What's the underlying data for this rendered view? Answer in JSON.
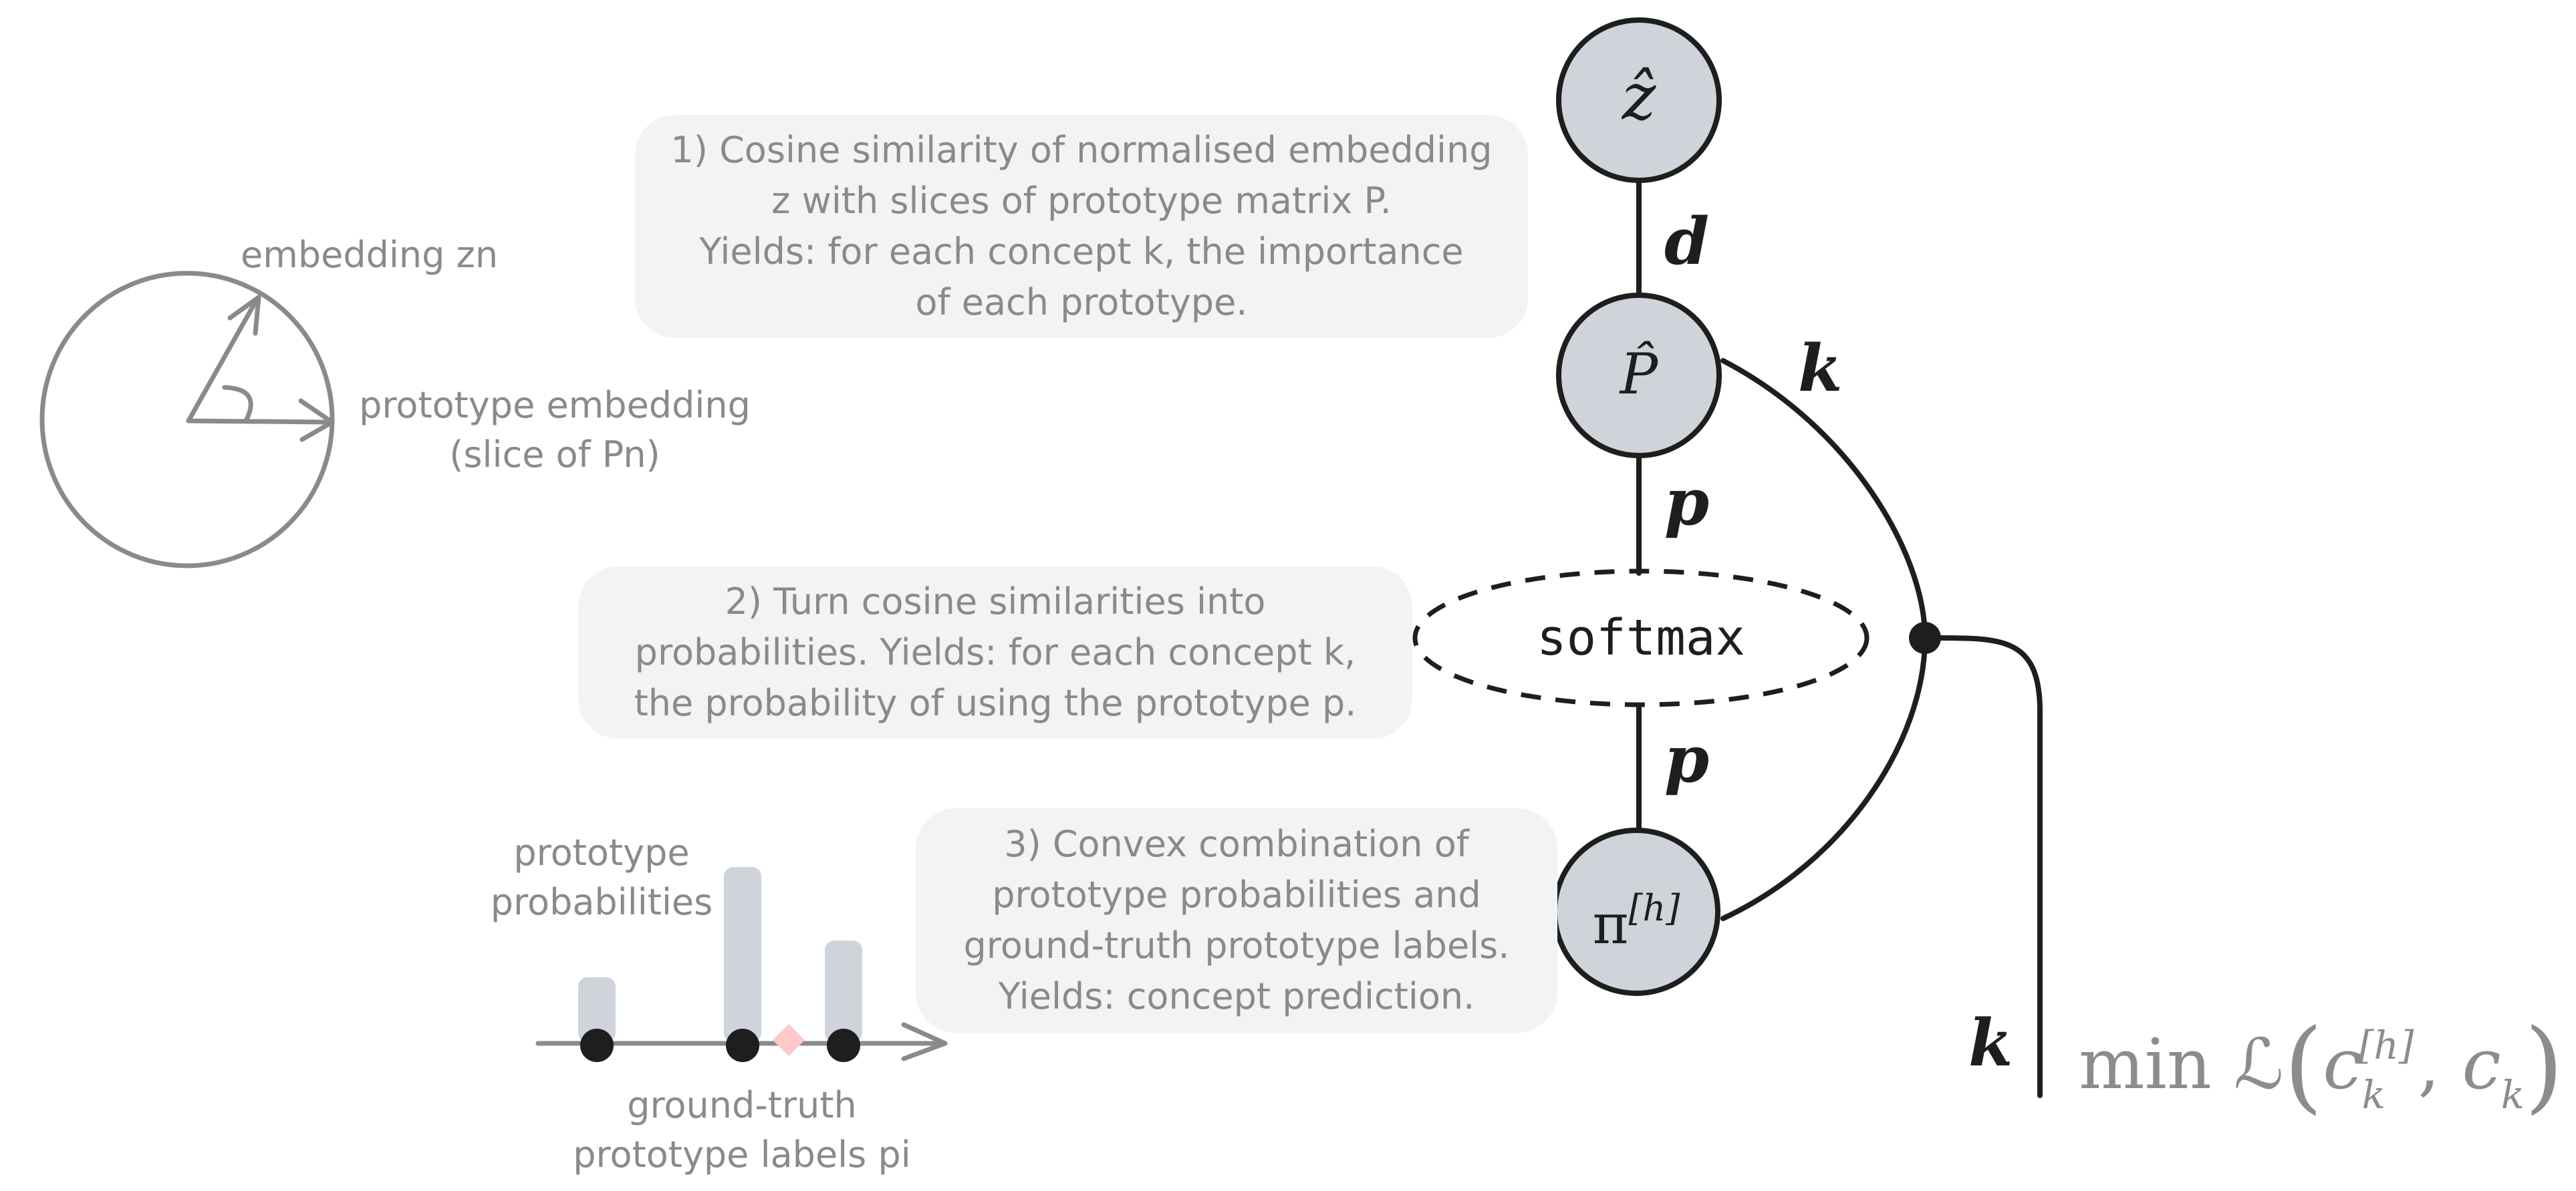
{
  "notes": {
    "step1": "1) Cosine similarity of normalised embedding\nz with slices of prototype matrix P.\nYields: for each concept k, the importance\nof each prototype.",
    "step2": "2) Turn cosine similarities into\nprobabilities. Yields: for each concept k,\nthe probability of using the prototype p.",
    "step3": "3) Convex combination of\nprototype probabilities and\nground-truth prototype labels.\nYields: concept prediction."
  },
  "left_sketch": {
    "embedding_label": "embedding zn",
    "prototype_label": "prototype embedding\n(slice of Pn)"
  },
  "bar_sketch": {
    "probabilities_label": "prototype\nprobabilities",
    "ground_truth_label": "ground-truth\nprototype labels pi",
    "bar_values": [
      0.37,
      1.0,
      0.58
    ],
    "bar_color": "#ced4da",
    "marker_color": "#ffc9c9"
  },
  "graph": {
    "node_z": "ẑ",
    "node_P": "P̂",
    "node_pi_base": "π",
    "node_pi_sup": "[h]",
    "edge_d": "d",
    "edge_k_top": "k",
    "edge_p_upper": "p",
    "edge_p_lower": "p",
    "softmax": "softmax",
    "edge_k_bottom": "k",
    "node_fill": "#ced4da",
    "stroke": "#1e1e1e"
  },
  "loss": {
    "min": "min",
    "L": "ℒ",
    "open": "(",
    "c_hat": "c",
    "c_hat_sub": "k",
    "c_hat_sup": "[h]",
    "comma": ",",
    "c": "c",
    "c_sub": "k",
    "close": ")"
  }
}
